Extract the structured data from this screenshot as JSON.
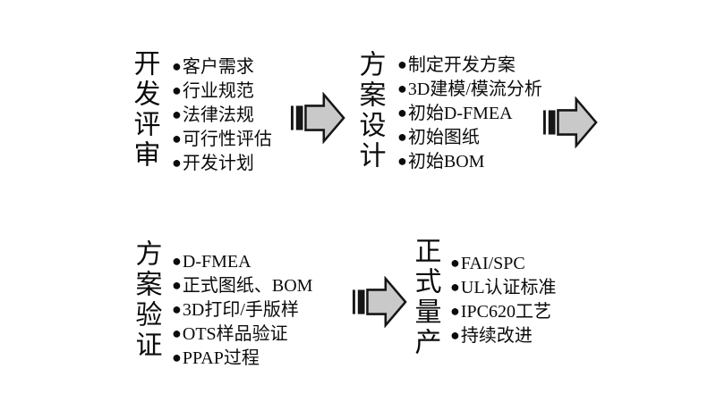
{
  "diagram": {
    "background": "#ffffff",
    "bullet_char": "●",
    "colors": {
      "text": "#0b0b0b",
      "arrow_fill": "#c9c9c9",
      "arrow_stroke": "#161616",
      "arrow_stripe": "#161616"
    },
    "stages": [
      {
        "title": "开发评审",
        "items": [
          "客户需求",
          "行业规范",
          "法律法规",
          "可行性评估",
          "开发计划"
        ]
      },
      {
        "title": "方案设计",
        "items": [
          "制定开发方案",
          "3D建模/模流分析",
          "初始D-FMEA",
          "初始图纸",
          "初始BOM"
        ]
      },
      {
        "title": "方案验证",
        "items": [
          "D-FMEA",
          "正式图纸、BOM",
          "3D打印/手版样",
          "OTS样品验证",
          "PPAP过程"
        ]
      },
      {
        "title": "正式量产",
        "items": [
          "FAI/SPC",
          "UL认证标准",
          "IPC620工艺",
          "持续改进"
        ]
      }
    ]
  }
}
